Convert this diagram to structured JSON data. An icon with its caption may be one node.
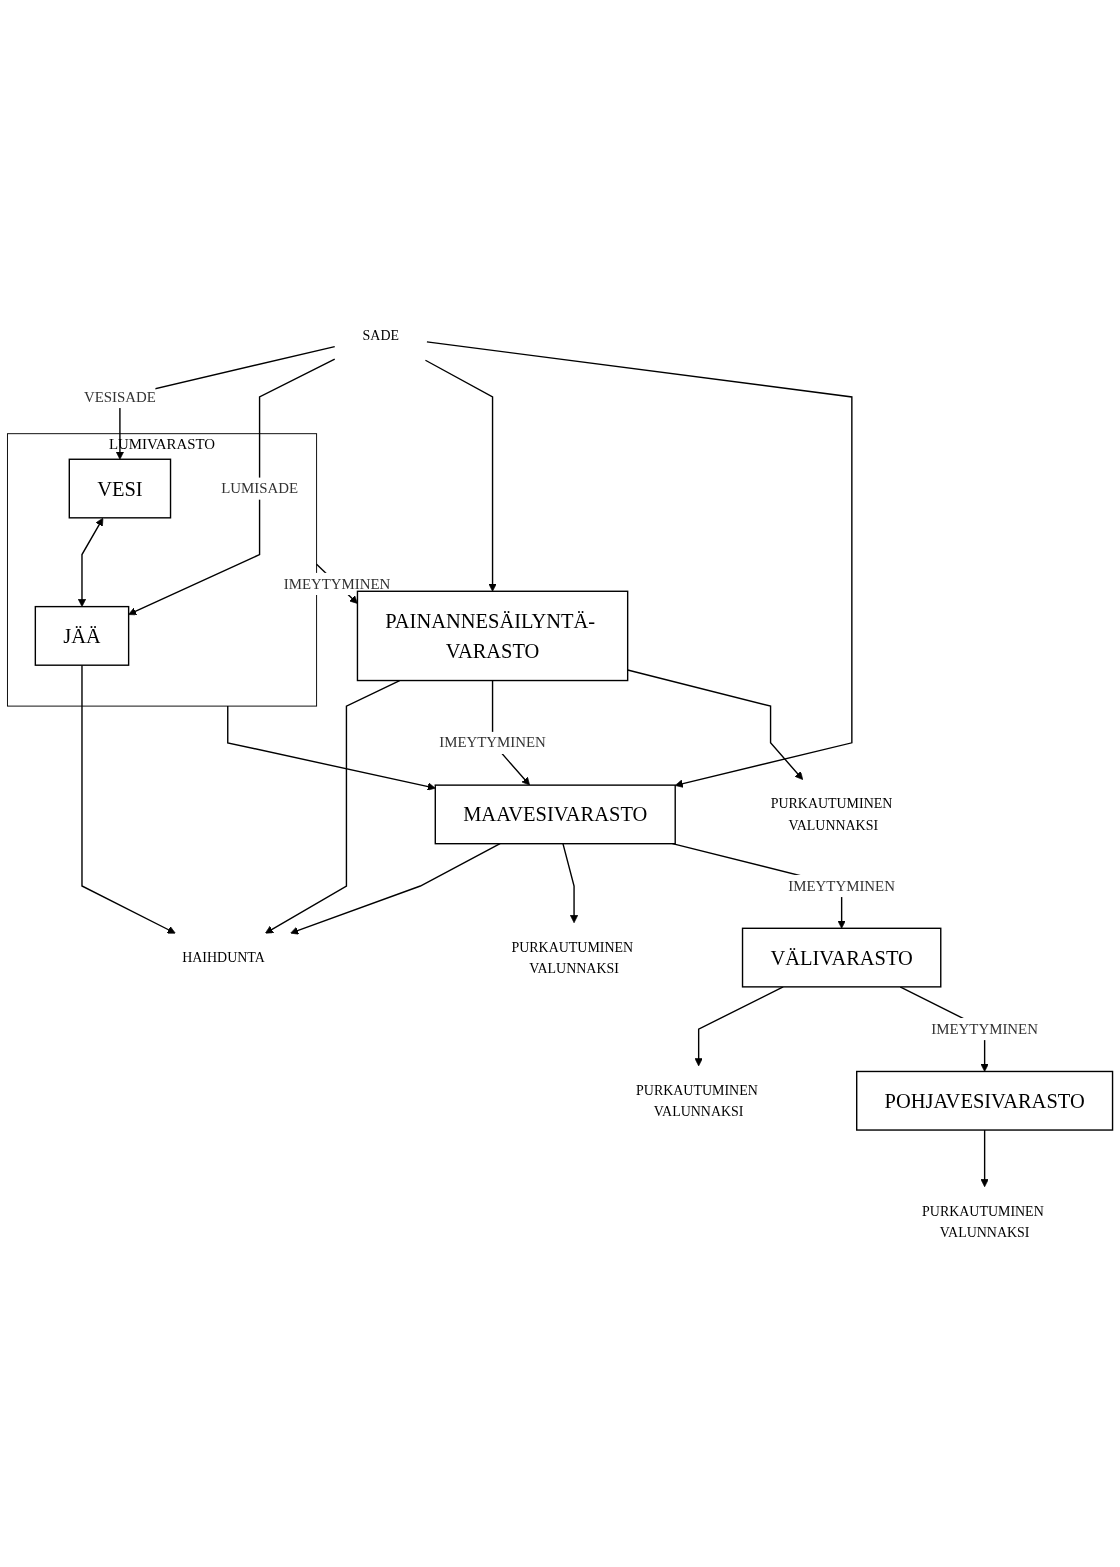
{
  "diagram": {
    "nodes": [
      {
        "text": [
          "SADE"
        ]
      },
      {
        "text": [
          "LUMIVARASTO"
        ]
      },
      {
        "text": [
          "VESI"
        ],
        "in": 1
      },
      {
        "text": [
          "JÄÄ"
        ],
        "in": 1
      },
      {
        "text": [
          "PAINANNESÄILYNTÄ- VARASTO"
        ]
      },
      {
        "text": [
          "MAAVESIVARASTO"
        ]
      },
      {
        "text": [
          "VÄLIVARASTO"
        ]
      },
      {
        "text": [
          "POHJAVESIVARASTO"
        ]
      },
      {
        "text": [
          "HAIHDUNTA"
        ]
      },
      {
        "text": [
          "PURKAUTUMINEN VALUNNAKSI"
        ]
      },
      {
        "text": [
          "PURKAUTUMINEN VALUNNAKSI"
        ]
      },
      {
        "text": [
          "PURKAUTUMINEN VALUNNAKSI"
        ]
      },
      {
        "text": [
          "PURKAUTUMINEN VALUNNAKSI"
        ]
      }
    ],
    "edges": [
      {
        "from": 0,
        "to": 2,
        "arrow": "to",
        "label": "VESISADE"
      },
      {
        "from": 0,
        "to": 3,
        "arrow": "to",
        "label": "LUMISADE"
      },
      {
        "from": 0,
        "to": 4,
        "arrow": "to"
      },
      {
        "from": 0,
        "to": 5,
        "arrow": "to"
      },
      {
        "from": 2,
        "to": 3,
        "arrow": "both"
      },
      {
        "from": 1,
        "to": 4,
        "arrow": "to",
        "label": "IMEYTYMINEN"
      },
      {
        "from": 1,
        "to": 5,
        "arrow": "to"
      },
      {
        "from": 3,
        "to": 8,
        "arrow": "to"
      },
      {
        "from": 4,
        "to": 8,
        "arrow": "to"
      },
      {
        "from": 5,
        "to": 8,
        "arrow": "to"
      },
      {
        "from": 4,
        "to": 5,
        "arrow": "to",
        "label": "IMEYTYMINEN"
      },
      {
        "from": 4,
        "to": 9,
        "arrow": "to"
      },
      {
        "from": 5,
        "to": 10,
        "arrow": "to"
      },
      {
        "from": 5,
        "to": 6,
        "arrow": "to",
        "label": "IMEYTYMINEN"
      },
      {
        "from": 6,
        "to": 11,
        "arrow": "to"
      },
      {
        "from": 6,
        "to": 7,
        "arrow": "to",
        "label": "IMEYTYMINEN"
      },
      {
        "from": 7,
        "to": 12,
        "arrow": "to"
      }
    ]
  }
}
